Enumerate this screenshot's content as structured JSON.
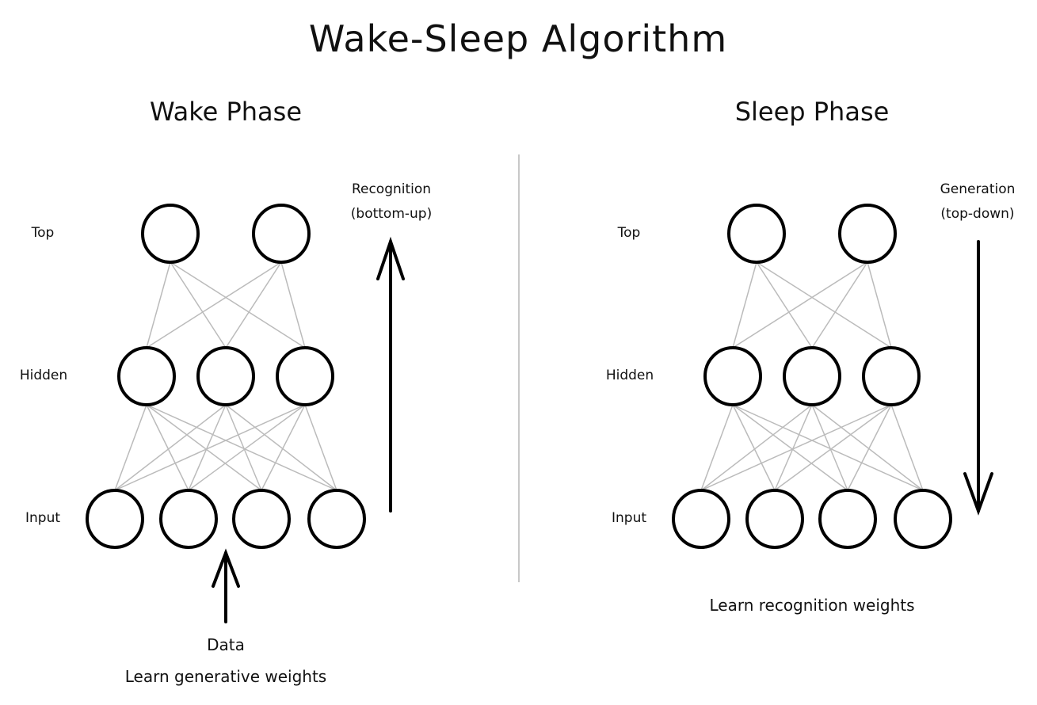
{
  "title": "Wake-Sleep Algorithm",
  "colors": {
    "node_stroke": "#000000",
    "edge": "#bbbbbb",
    "divider": "#c8c8c8",
    "text": "#111111"
  },
  "wake": {
    "heading": "Wake Phase",
    "layers": {
      "top": "Top",
      "hidden": "Hidden",
      "input": "Input"
    },
    "direction_line1": "Recognition",
    "direction_line2": "(bottom-up)",
    "direction_arrow": "up",
    "data_label": "Data",
    "caption": "Learn generative weights"
  },
  "sleep": {
    "heading": "Sleep Phase",
    "layers": {
      "top": "Top",
      "hidden": "Hidden",
      "input": "Input"
    },
    "direction_line1": "Generation",
    "direction_line2": "(top-down)",
    "direction_arrow": "down",
    "caption": "Learn recognition weights"
  },
  "network": {
    "top_units": 2,
    "hidden_units": 3,
    "input_units": 4,
    "connectivity": "fully-connected between adjacent layers"
  }
}
